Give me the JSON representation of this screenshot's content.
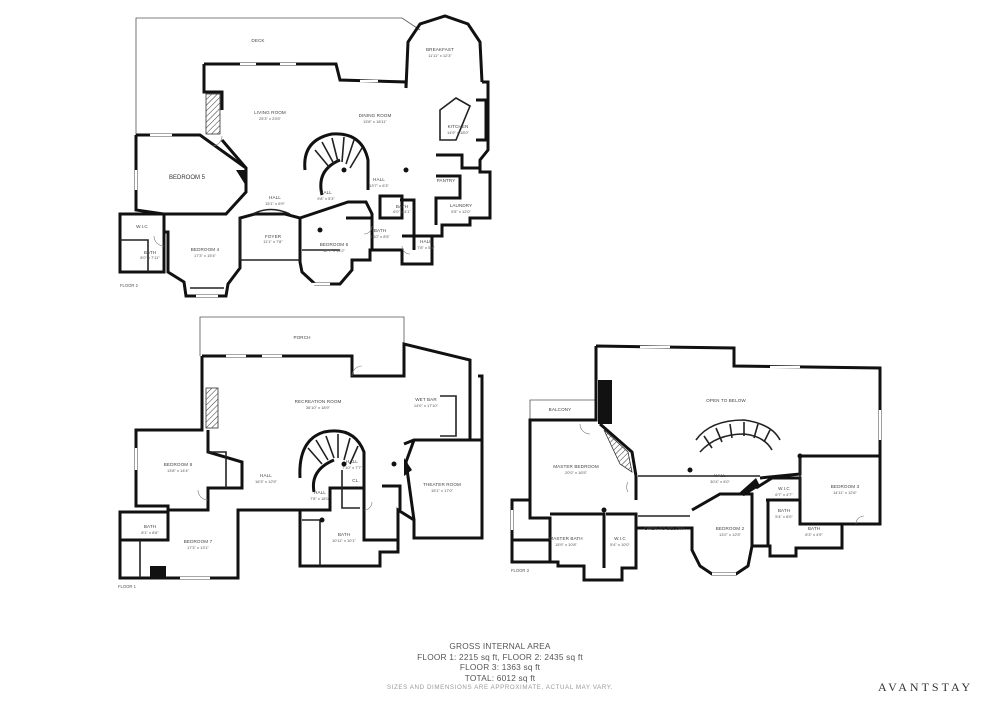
{
  "floor2": {
    "floor_label": "FLOOR 2",
    "rooms": {
      "deck": "DECK",
      "breakfast": {
        "name": "BREAKFAST",
        "dim": "11'11\" x 12'3\""
      },
      "living": {
        "name": "LIVING ROOM",
        "dim": "25'3\" x 23'5\""
      },
      "dining": {
        "name": "DINING ROOM",
        "dim": "13'8\" x 18'11\""
      },
      "kitchen": {
        "name": "KITCHEN",
        "dim": "14'9\" x 18'0\""
      },
      "bedroom5": {
        "name": "BEDROOM 5"
      },
      "hall1": {
        "name": "HALL",
        "dim": "13'7\" x 6'3\""
      },
      "hall2": {
        "name": "HALL",
        "dim": "9'8\" x 5'3\""
      },
      "hall3": {
        "name": "HALL",
        "dim": "15'1\" x 6'9\""
      },
      "hall4": {
        "name": "HALL",
        "dim": "7'8\" x 5'4\""
      },
      "pantry": "PANTRY",
      "laundry": {
        "name": "LAUNDRY",
        "dim": "9'5\" x 12'0\""
      },
      "bath1": {
        "name": "BATH",
        "dim": "6'0\" x 4'1\""
      },
      "bath2": {
        "name": "BATH",
        "dim": "8'0\" x 7'11\""
      },
      "bath3": {
        "name": "BATH",
        "dim": "5'10\" x 8'5\""
      },
      "wic": "W.I.C",
      "foyer": {
        "name": "FOYER",
        "dim": "11'1\" x 7'8\""
      },
      "bedroom4": {
        "name": "BEDROOM 4",
        "dim": "17'3\" x 15'4\""
      },
      "bedroom6": {
        "name": "BEDROOM 6",
        "dim": "12'7\" x 14'2\""
      }
    }
  },
  "floor1": {
    "floor_label": "FLOOR 1",
    "rooms": {
      "porch": "PORCH",
      "recreation": {
        "name": "RECREATION ROOM",
        "dim": "36'10\" x 18'9\""
      },
      "wetbar": {
        "name": "WET BAR",
        "dim": "14'0\" x 17'10\""
      },
      "bedroom8": {
        "name": "BEDROOM 8",
        "dim": "13'8\" x 14'4\""
      },
      "hall1": {
        "name": "HALL",
        "dim": "16'3\" x 12'5\""
      },
      "hall2": {
        "name": "HALL",
        "dim": "7'8\" x 18'0\""
      },
      "hall3": {
        "name": "HALL",
        "dim": "7'10\" x 7'7\""
      },
      "theater": {
        "name": "THEATER ROOM",
        "dim": "15'1\" x 17'0\""
      },
      "bedroom7": {
        "name": "BEDROOM 7",
        "dim": "17'3\" x 13'1\""
      },
      "bath1": {
        "name": "BATH",
        "dim": "8'1\" x 8'6\""
      },
      "bath2": {
        "name": "BATH",
        "dim": "10'11\" x 10'1\""
      },
      "closet": "CL."
    }
  },
  "floor3": {
    "floor_label": "FLOOR 3",
    "rooms": {
      "balcony": "BALCONY",
      "opentobelow1": "OPEN TO BELOW",
      "opentobelow2": "OPEN TO BELOW",
      "master": {
        "name": "MASTER BEDROOM",
        "dim": "20'0\" x 16'5\""
      },
      "masterbath": {
        "name": "MASTER BATH",
        "dim": "15'9\" x 10'8\""
      },
      "wic1": {
        "name": "W.I.C",
        "dim": "5'4\" x 10'0\""
      },
      "hall": {
        "name": "HALL",
        "dim": "30'4\" x 6'0\""
      },
      "wic2": {
        "name": "W.I.C",
        "dim": "6'7\" x 4'7\""
      },
      "bedroom2": {
        "name": "BEDROOM 2",
        "dim": "13'2\" x 12'5\""
      },
      "bath1": {
        "name": "BATH",
        "dim": "5'4\" x 8'0\""
      },
      "bath2": {
        "name": "BATH",
        "dim": "8'3\" x 4'9\""
      },
      "bedroom3": {
        "name": "BEDROOM 3",
        "dim": "14'11\" x 12'6\""
      }
    }
  },
  "summary": {
    "title": "GROSS INTERNAL AREA",
    "line1": "FLOOR 1: 2215 sq ft, FLOOR 2: 2435 sq ft",
    "line2": "FLOOR 3: 1363 sq ft",
    "total": "TOTAL: 6012 sq ft",
    "note": "SIZES AND DIMENSIONS ARE APPROXIMATE, ACTUAL MAY VARY."
  },
  "brand": "AVANTSTAY"
}
